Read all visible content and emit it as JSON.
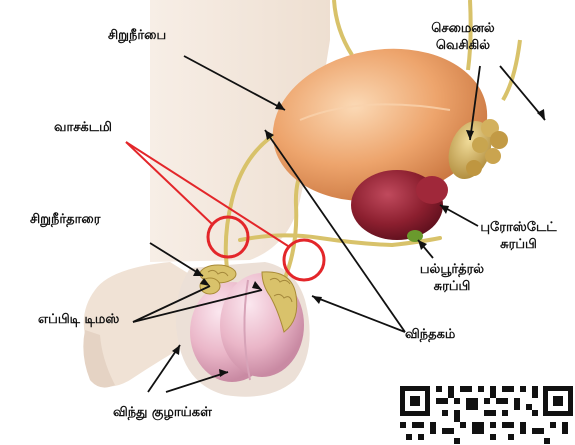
{
  "labels": {
    "urinary_bladder": "சிறுநீர்பை",
    "seminal_vesicle_line1": "செமைனல்",
    "seminal_vesicle_line2": "வெசிகில்",
    "vas_deferens": "வாசக்டமி",
    "urethra": "சிறுநீர்தாரை",
    "epididymis": "எப்பிடி டிமஸ்",
    "prostate_line1": "புரோஸ்டேட்",
    "prostate_line2": "சுரப்பி",
    "bulbourethral_line1": "பல்பூர்த்ரல்",
    "bulbourethral_line2": "சுரப்பி",
    "testis": "விந்தகம்",
    "seminiferous_tubules": "விந்து குழாய்கள்"
  },
  "colors": {
    "highlight_circles": "#e3262a",
    "pointer_lines": "#111111",
    "bladder": "#e3a06b",
    "prostate": "#8c1f2f",
    "testis": "#f1c9d6",
    "ducts": "#d8c26a",
    "skin": "#f4e9df"
  },
  "icons": {
    "qr_code": "qr-code-icon"
  }
}
